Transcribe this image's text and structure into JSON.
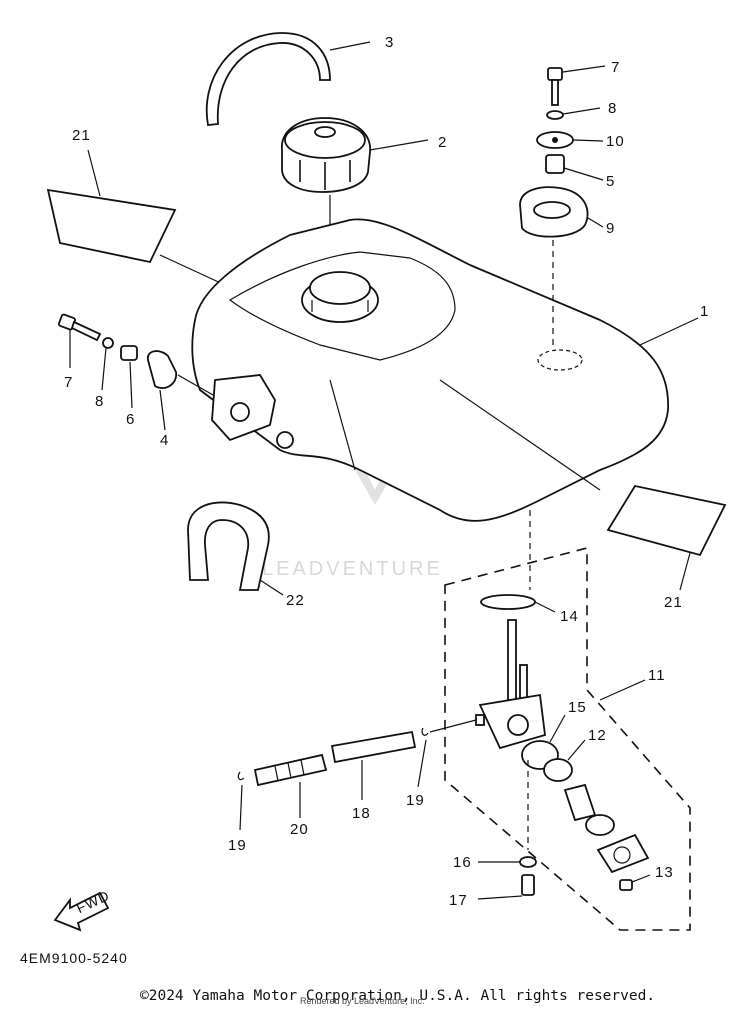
{
  "diagram": {
    "code": "4EM9100-5240",
    "watermark": "LEADVENTURE",
    "fwd_label": "FWD",
    "callouts": [
      {
        "id": "c-3",
        "text": "3"
      },
      {
        "id": "c-2",
        "text": "2"
      },
      {
        "id": "c-21a",
        "text": "21"
      },
      {
        "id": "c-7a",
        "text": "7"
      },
      {
        "id": "c-8a",
        "text": "8"
      },
      {
        "id": "c-10",
        "text": "10"
      },
      {
        "id": "c-5",
        "text": "5"
      },
      {
        "id": "c-9",
        "text": "9"
      },
      {
        "id": "c-1",
        "text": "1"
      },
      {
        "id": "c-7b",
        "text": "7"
      },
      {
        "id": "c-8b",
        "text": "8"
      },
      {
        "id": "c-6",
        "text": "6"
      },
      {
        "id": "c-4",
        "text": "4"
      },
      {
        "id": "c-22",
        "text": "22"
      },
      {
        "id": "c-21b",
        "text": "21"
      },
      {
        "id": "c-14",
        "text": "14"
      },
      {
        "id": "c-11",
        "text": "11"
      },
      {
        "id": "c-15",
        "text": "15"
      },
      {
        "id": "c-12",
        "text": "12"
      },
      {
        "id": "c-19a",
        "text": "19"
      },
      {
        "id": "c-20",
        "text": "20"
      },
      {
        "id": "c-18",
        "text": "18"
      },
      {
        "id": "c-19b",
        "text": "19"
      },
      {
        "id": "c-16",
        "text": "16"
      },
      {
        "id": "c-13",
        "text": "13"
      },
      {
        "id": "c-17",
        "text": "17"
      }
    ]
  },
  "footer": {
    "copyright": "©2024 Yamaha Motor Corporation, U.S.A. All rights reserved.",
    "rendered_by": "Rendered by LeadVenture, Inc."
  }
}
